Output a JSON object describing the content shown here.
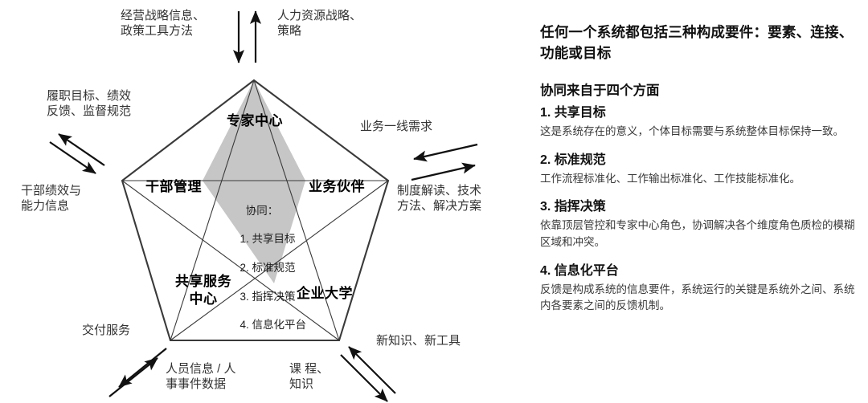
{
  "diagram": {
    "title_hidden": "",
    "nodes": [
      {
        "id": "expert-center",
        "label": "专家中心"
      },
      {
        "id": "cadre-mgmt",
        "label": "干部管理"
      },
      {
        "id": "business-partner",
        "label": "业务伙伴"
      },
      {
        "id": "shared-service",
        "label": "共享服务\n中心"
      },
      {
        "id": "corporate-univ",
        "label": "企业大学"
      }
    ],
    "center_note": {
      "title": "协同：",
      "items": [
        "1. 共享目标",
        "2. 标准规范",
        "3. 指挥决策",
        "4. 信息化平台"
      ]
    },
    "flows": [
      {
        "id": "flow-top-left",
        "text": "经营战略信息、\n政策工具方法"
      },
      {
        "id": "flow-top-right",
        "text": "人力资源战略、\n策略"
      },
      {
        "id": "flow-upper-left",
        "text": "履职目标、绩效\n反馈、监督规范"
      },
      {
        "id": "flow-left",
        "text": "干部绩效与\n能力信息"
      },
      {
        "id": "flow-upper-right",
        "text": "业务一线需求"
      },
      {
        "id": "flow-right",
        "text": "制度解读、技术\n方法、解决方案"
      },
      {
        "id": "flow-lower-left",
        "text": "交付服务"
      },
      {
        "id": "flow-bottom-left",
        "text": "人员信息 / 人\n事事件数据"
      },
      {
        "id": "flow-bottom-right",
        "text": "课 程、\n知识"
      },
      {
        "id": "flow-lower-right",
        "text": "新知识、新工具"
      }
    ],
    "colors": {
      "stroke": "#3a3a3a",
      "center_fill": "#c6c6c6",
      "arrow": "#111111"
    }
  },
  "text_panel": {
    "lead": "任何一个系统都包括三种构成要件：要素、连接、功能或目标",
    "section_head": "协同来自于四个方面",
    "items": [
      {
        "title": "1. 共享目标",
        "body": "这是系统存在的意义，个体目标需要与系统整体目标保持一致。"
      },
      {
        "title": "2. 标准规范",
        "body": "工作流程标准化、工作输出标准化、工作技能标准化。"
      },
      {
        "title": "3. 指挥决策",
        "body": "依靠顶层管控和专家中心角色，协调解决各个维度角色质检的模糊区域和冲突。"
      },
      {
        "title": "4. 信息化平台",
        "body": "反馈是构成系统的信息要件，系统运行的关键是系统外之间、系统内各要素之间的反馈机制。"
      }
    ]
  }
}
